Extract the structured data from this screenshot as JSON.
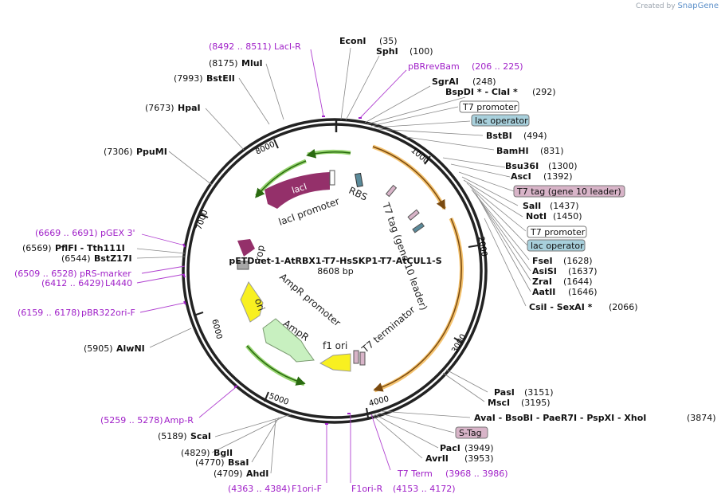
{
  "watermark": {
    "prefix": "Created by",
    "brand": "SnapGene"
  },
  "plasmid": {
    "name": "pETDuet-1-AtRBX1-T7-HsSKP1-T7-AtCUL1-S",
    "size_label": "8608 bp",
    "length": 8608
  },
  "ticks": [
    "1000",
    "2000",
    "3000",
    "4000",
    "5000",
    "6000",
    "7000",
    "8000"
  ],
  "colors": {
    "enzyme_line": "#777777",
    "primer": "#a020c8",
    "backbone": "#222222",
    "feature_green": "#7bc94a",
    "feature_orange": "#f0a830",
    "lacI_purple": "#94306a",
    "ampR_green": "#c8f0c0",
    "ori_yellow": "#f8f020",
    "f1ori_yellow": "#f8f020",
    "box_blue": "#a8d0dc",
    "box_pink": "#d8b4c8"
  },
  "enzymes": [
    {
      "name": "EconI",
      "pos": "(35)"
    },
    {
      "name": "SphI",
      "pos": "(100)"
    },
    {
      "name": "SgrAI",
      "pos": "(248)"
    },
    {
      "name": "BspDI *  -  ClaI *",
      "pos": "(292)"
    },
    {
      "name": "BstBI",
      "pos": "(494)"
    },
    {
      "name": "BamHI",
      "pos": "(831)"
    },
    {
      "name": "Bsu36I",
      "pos": "(1300)"
    },
    {
      "name": "AscI",
      "pos": "(1392)"
    },
    {
      "name": "SalI",
      "pos": "(1437)"
    },
    {
      "name": "NotI",
      "pos": "(1450)"
    },
    {
      "name": "FseI",
      "pos": "(1628)"
    },
    {
      "name": "AsiSI",
      "pos": "(1637)"
    },
    {
      "name": "ZraI",
      "pos": "(1644)"
    },
    {
      "name": "AatII",
      "pos": "(1646)"
    },
    {
      "name": "CsiI   -  SexAI *",
      "pos": "(2066)"
    },
    {
      "name": "PasI",
      "pos": "(3151)"
    },
    {
      "name": "MscI",
      "pos": "(3195)"
    },
    {
      "name": "AvaI   -  BsoBI   -  PaeR7I   -  PspXI   -  XhoI",
      "pos": "(3874)"
    },
    {
      "name": "PacI",
      "pos": "(3949)"
    },
    {
      "name": "AvrII",
      "pos": "(3953)"
    },
    {
      "name": "MluI",
      "pos": "(8175)"
    },
    {
      "name": "BstEII",
      "pos": "(7993)"
    },
    {
      "name": "HpaI",
      "pos": "(7673)"
    },
    {
      "name": "PpuMI",
      "pos": "(7306)"
    },
    {
      "name": "PflFI   -  Tth111I",
      "pos": "(6569)"
    },
    {
      "name": "BstZ17I",
      "pos": "(6544)"
    },
    {
      "name": "AlwNI",
      "pos": "(5905)"
    },
    {
      "name": "ScaI",
      "pos": "(5189)"
    },
    {
      "name": "BglI",
      "pos": "(4829)"
    },
    {
      "name": "BsaI",
      "pos": "(4770)"
    },
    {
      "name": "AhdI",
      "pos": "(4709)"
    }
  ],
  "primers": [
    {
      "name": "LacI-R",
      "range": "(8492 .. 8511)"
    },
    {
      "name": "pBRrevBam",
      "range": "(206 .. 225)"
    },
    {
      "name": "pGEX 3'",
      "range": "(6669 .. 6691)"
    },
    {
      "name": "pRS-marker",
      "range": "(6509 .. 6528)"
    },
    {
      "name": "L4440",
      "range": "(6412 .. 6429)"
    },
    {
      "name": "pBR322ori-F",
      "range": "(6159 .. 6178)"
    },
    {
      "name": "Amp-R",
      "range": "(5259 .. 5278)"
    },
    {
      "name": "F1ori-F",
      "range": "(4363 .. 4384)"
    },
    {
      "name": "F1ori-R",
      "range": "(4153 .. 4172)"
    },
    {
      "name": "T7 Term",
      "range": "(3968 .. 3986)"
    }
  ],
  "boxed_features": [
    {
      "name": "T7 promoter"
    },
    {
      "name": "lac operator"
    },
    {
      "name": "T7 tag (gene 10 leader)"
    },
    {
      "name": "T7 promoter"
    },
    {
      "name": "lac operator"
    },
    {
      "name": "S-Tag"
    }
  ],
  "inner_features": [
    {
      "name": "lacI"
    },
    {
      "name": "lacI promoter"
    },
    {
      "name": "RBS"
    },
    {
      "name": "T7 tag (gene 10 leader)"
    },
    {
      "name": "T7 terminator"
    },
    {
      "name": "f1 ori"
    },
    {
      "name": "AmpR"
    },
    {
      "name": "AmpR promoter"
    },
    {
      "name": "ori"
    },
    {
      "name": "rop"
    }
  ]
}
